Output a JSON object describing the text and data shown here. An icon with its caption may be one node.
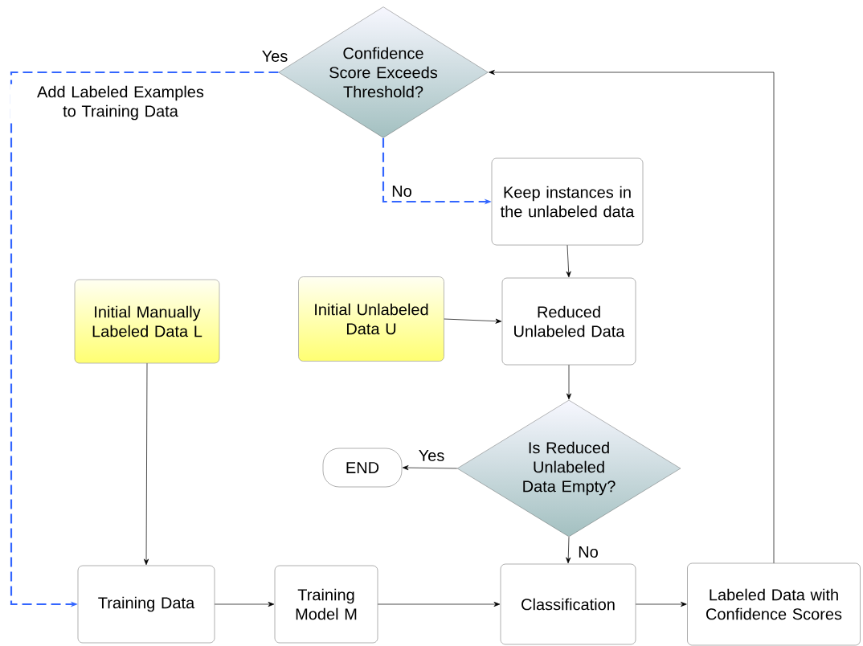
{
  "diagram": {
    "nodes": [
      {
        "text": [
          "Confidence Score Exceeds Threshold?"
        ]
      },
      {
        "text": [
          "Keep instances in the unlabeled data"
        ]
      },
      {
        "text": [
          "Initial Manually Labeled Data L"
        ]
      },
      {
        "text": [
          "Initial Unlabeled Data U"
        ]
      },
      {
        "text": [
          "Reduced Unlabeled Data"
        ]
      },
      {
        "text": [
          "Is Reduced Unlabeled Data Empty?"
        ]
      },
      {
        "text": [
          "END"
        ]
      },
      {
        "text": [
          "Training Data"
        ]
      },
      {
        "text": [
          "Training Model M"
        ]
      },
      {
        "text": [
          "Classification"
        ]
      },
      {
        "text": [
          "Labeled Data with Confidence Scores"
        ]
      }
    ],
    "edges": [
      {
        "from": 0,
        "to": 7,
        "arrow": "to",
        "label": "Yes",
        "style": "dashed",
        "color": "#3366ff"
      },
      {
        "from": 0,
        "to": 1,
        "arrow": "to",
        "label": "No",
        "style": "dashed",
        "color": "#3366ff"
      },
      {
        "from": 1,
        "to": 4,
        "arrow": "to"
      },
      {
        "from": 3,
        "to": 4,
        "arrow": "to"
      },
      {
        "from": 4,
        "to": 5,
        "arrow": "to"
      },
      {
        "from": 5,
        "to": 6,
        "arrow": "to",
        "label": "Yes"
      },
      {
        "from": 5,
        "to": 9,
        "arrow": "to",
        "label": "No"
      },
      {
        "from": 2,
        "to": 7,
        "arrow": "to"
      },
      {
        "from": 7,
        "to": 8,
        "arrow": "to"
      },
      {
        "from": 8,
        "to": 9,
        "arrow": "to"
      },
      {
        "from": 9,
        "to": 10,
        "arrow": "to"
      },
      {
        "from": 10,
        "to": 0,
        "arrow": "to"
      }
    ],
    "labels": [
      "Add Labeled Examples to Training Data"
    ]
  }
}
